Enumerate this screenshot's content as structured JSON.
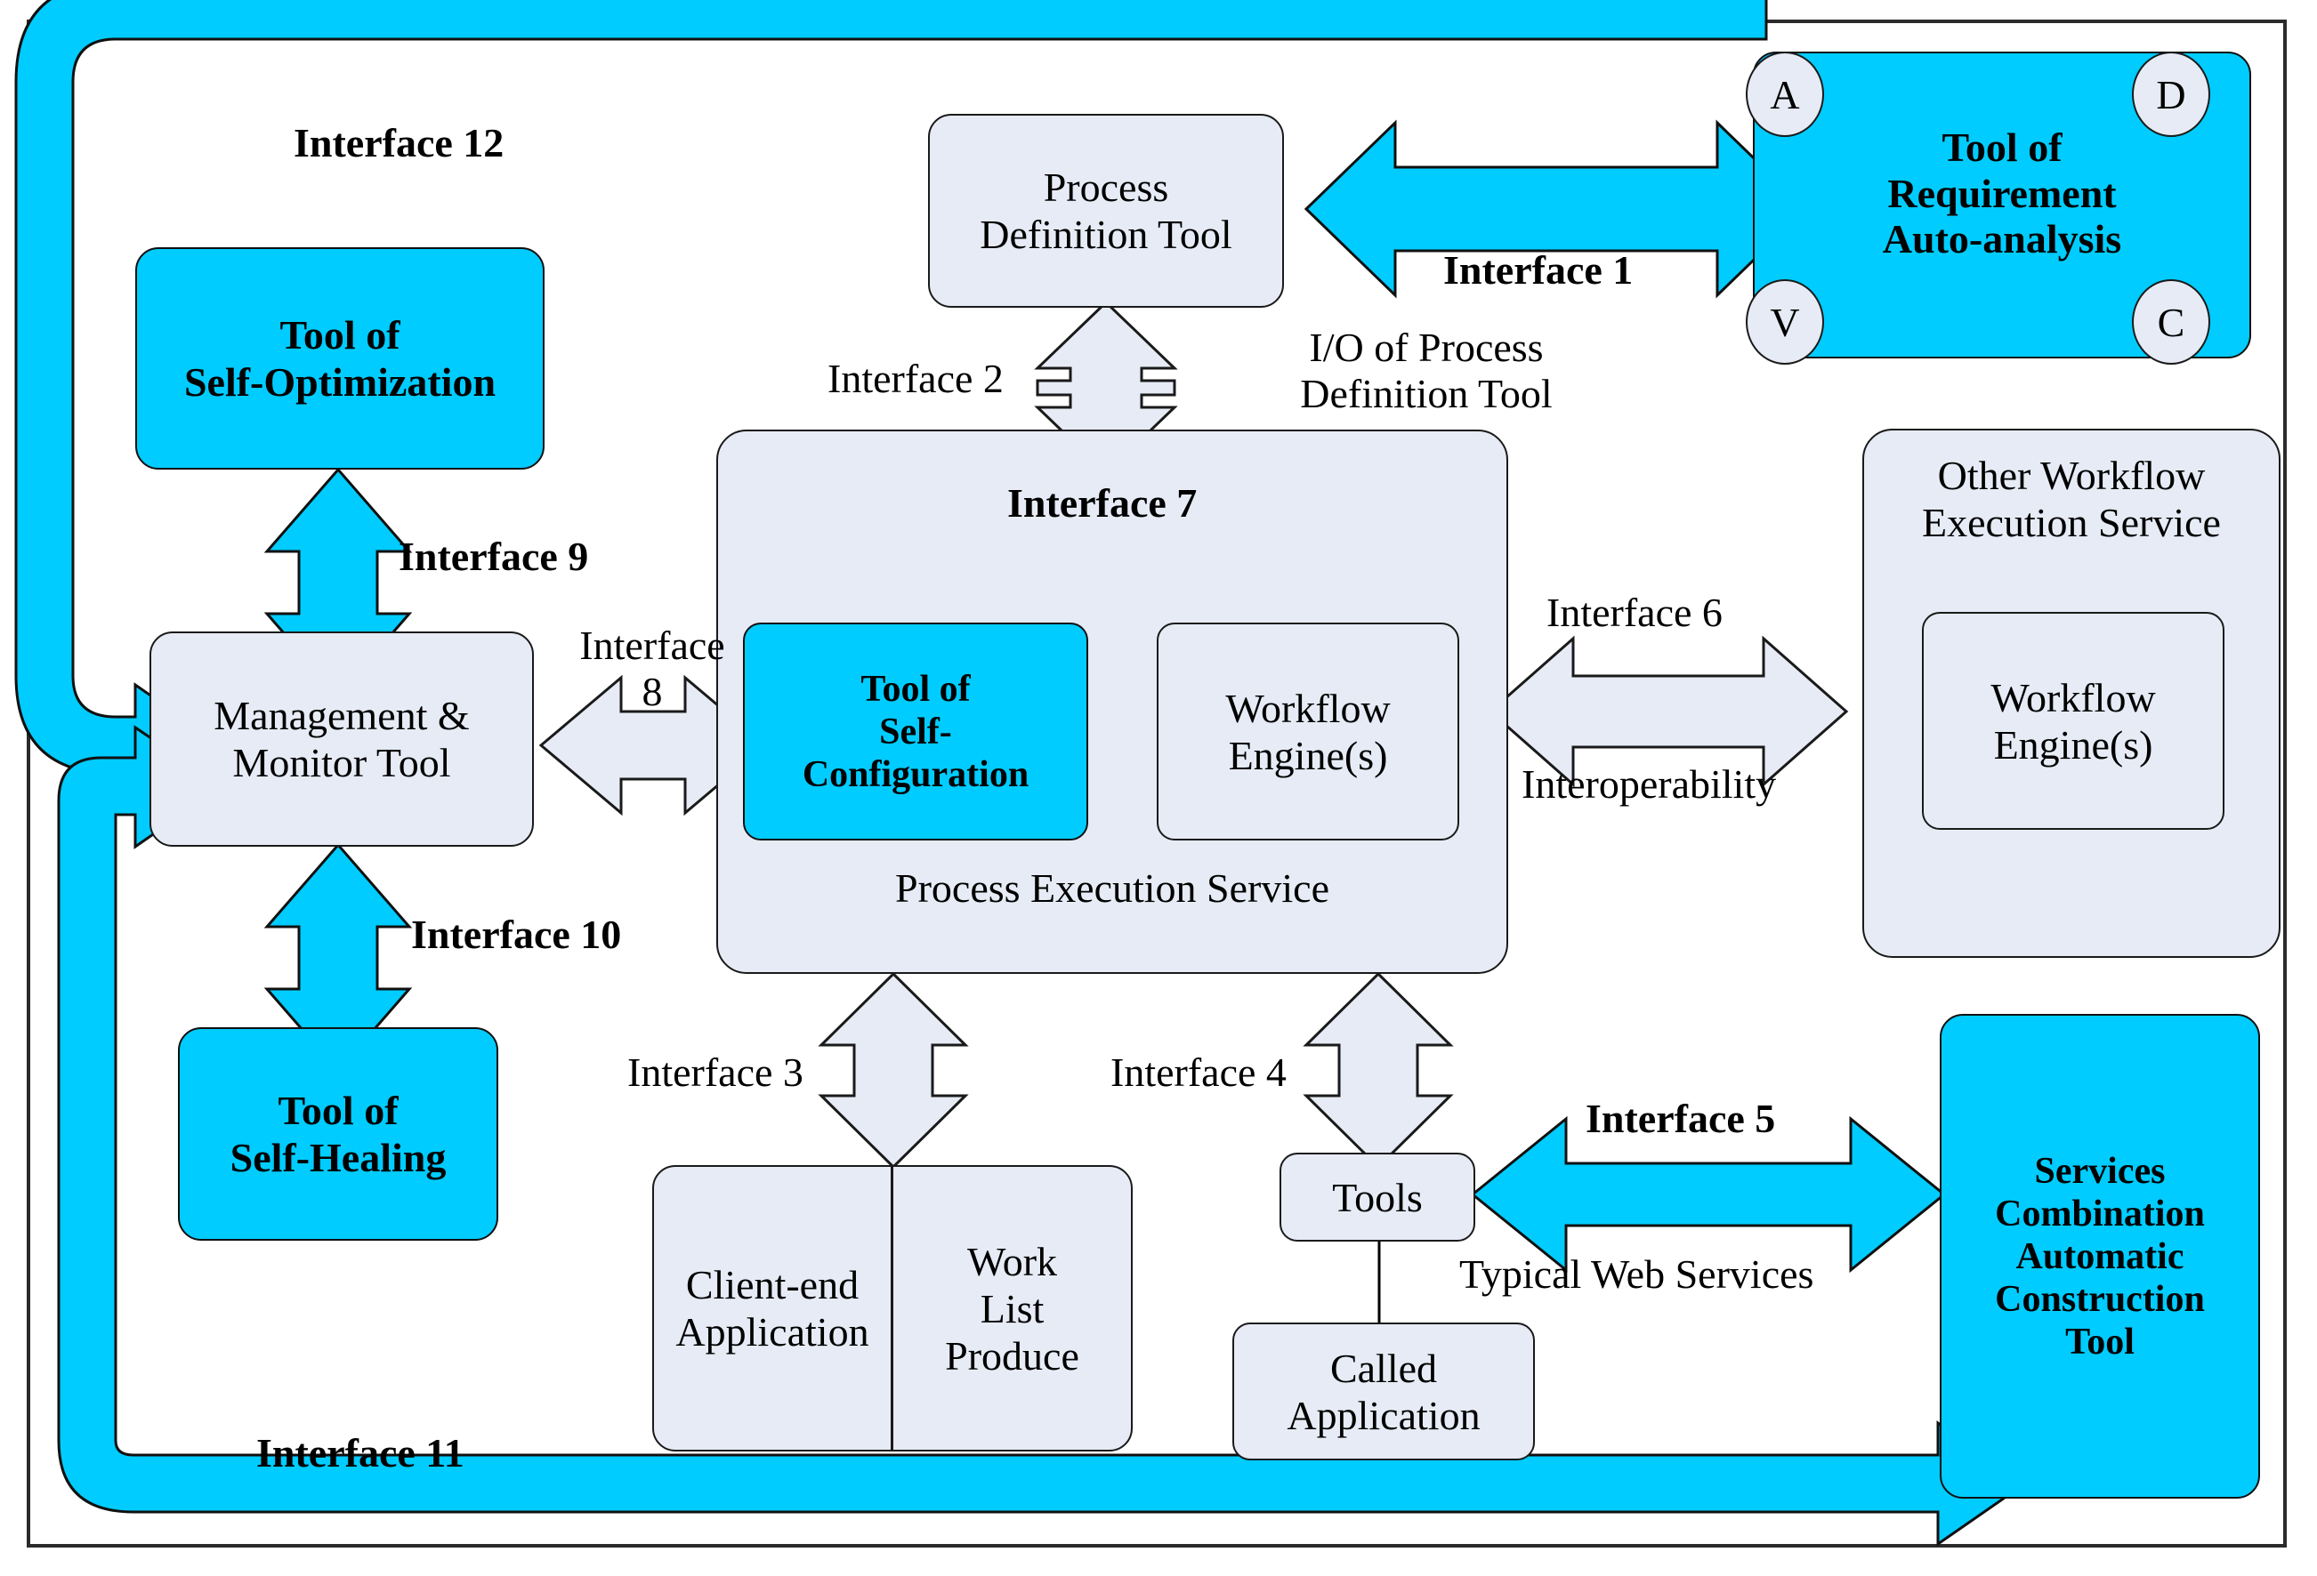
{
  "diagram": {
    "title": "Self-adaptive Workflow Management Architecture",
    "colors": {
      "cyan": "#00ccff",
      "light_blue_fill": "#e6ebf5",
      "outline": "#1a1a1a",
      "curved_arrow": "#4a7ebb"
    }
  },
  "nodes": {
    "process_definition_tool": "Process\nDefinition Tool",
    "requirement_tool": "Tool of\nRequirement\nAuto-analysis",
    "req_cycle": [
      {
        "id": "A",
        "label": "A"
      },
      {
        "id": "D",
        "label": "D"
      },
      {
        "id": "C",
        "label": "C"
      },
      {
        "id": "V",
        "label": "V"
      }
    ],
    "self_optimization": "Tool of\nSelf-Optimization",
    "management_monitor": "Management &\nMonitor Tool",
    "self_healing": "Tool of\nSelf-Healing",
    "process_execution_service": "Process Execution Service",
    "self_configuration": "Tool of\nSelf-\nConfiguration",
    "workflow_engines_inner": "Workflow\nEngine(s)",
    "other_workflow_execution_service": "Other Workflow\nExecution Service",
    "workflow_engines_other": "Workflow\nEngine(s)",
    "client_end_application": "Client-end\nApplication",
    "work_list_produce": "Work\nList\nProduce",
    "tools": "Tools",
    "called_application": "Called\nApplication",
    "services_combination_tool": "Services\nCombination\nAutomatic\nConstruction\nTool"
  },
  "labels": {
    "interface_1": "Interface 1",
    "interface_2": "Interface 2",
    "interface_3": "Interface 3",
    "interface_4": "Interface 4",
    "interface_5": "Interface 5",
    "interface_6": "Interface 6",
    "interface_7": "Interface 7",
    "interface_8": "Interface\n8",
    "interface_9": "Interface 9",
    "interface_10": "Interface 10",
    "interface_11": "Interface 11",
    "interface_12": "Interface 12",
    "io_process_definition": "I/O of Process\nDefinition Tool",
    "interoperability": "Interoperability",
    "typical_web_services": "Typical Web Services"
  }
}
